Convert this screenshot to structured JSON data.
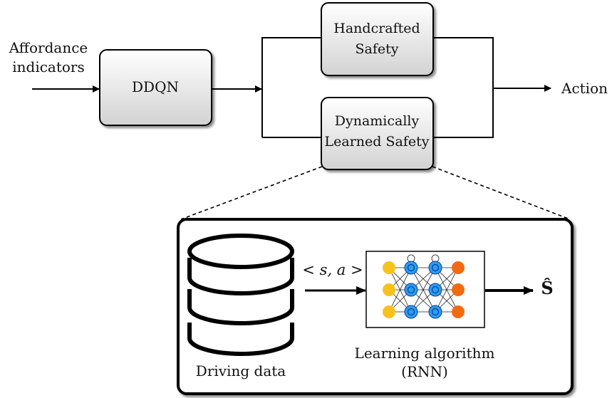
{
  "input_label_line1": "Affordance",
  "input_label_line2": "indicators",
  "ddqn_label": "DDQN",
  "handcrafted_line1": "Handcrafted",
  "handcrafted_line2": "Safety",
  "dynamic_line1": "Dynamically",
  "dynamic_line2": "Learned Safety",
  "output_label": "Action",
  "db_label": "Driving data",
  "pair_label": "< s, a >",
  "algo_line1": "Learning algorithm",
  "algo_line2": "(RNN)",
  "output_symbol": "Ŝ",
  "colors": {
    "input_neuron": "#f7c21b",
    "hidden_neuron": "#2a9df4",
    "output_neuron": "#f26b12",
    "box_fill_top": "#ffffff",
    "box_fill_bottom": "#d2d2d2"
  }
}
